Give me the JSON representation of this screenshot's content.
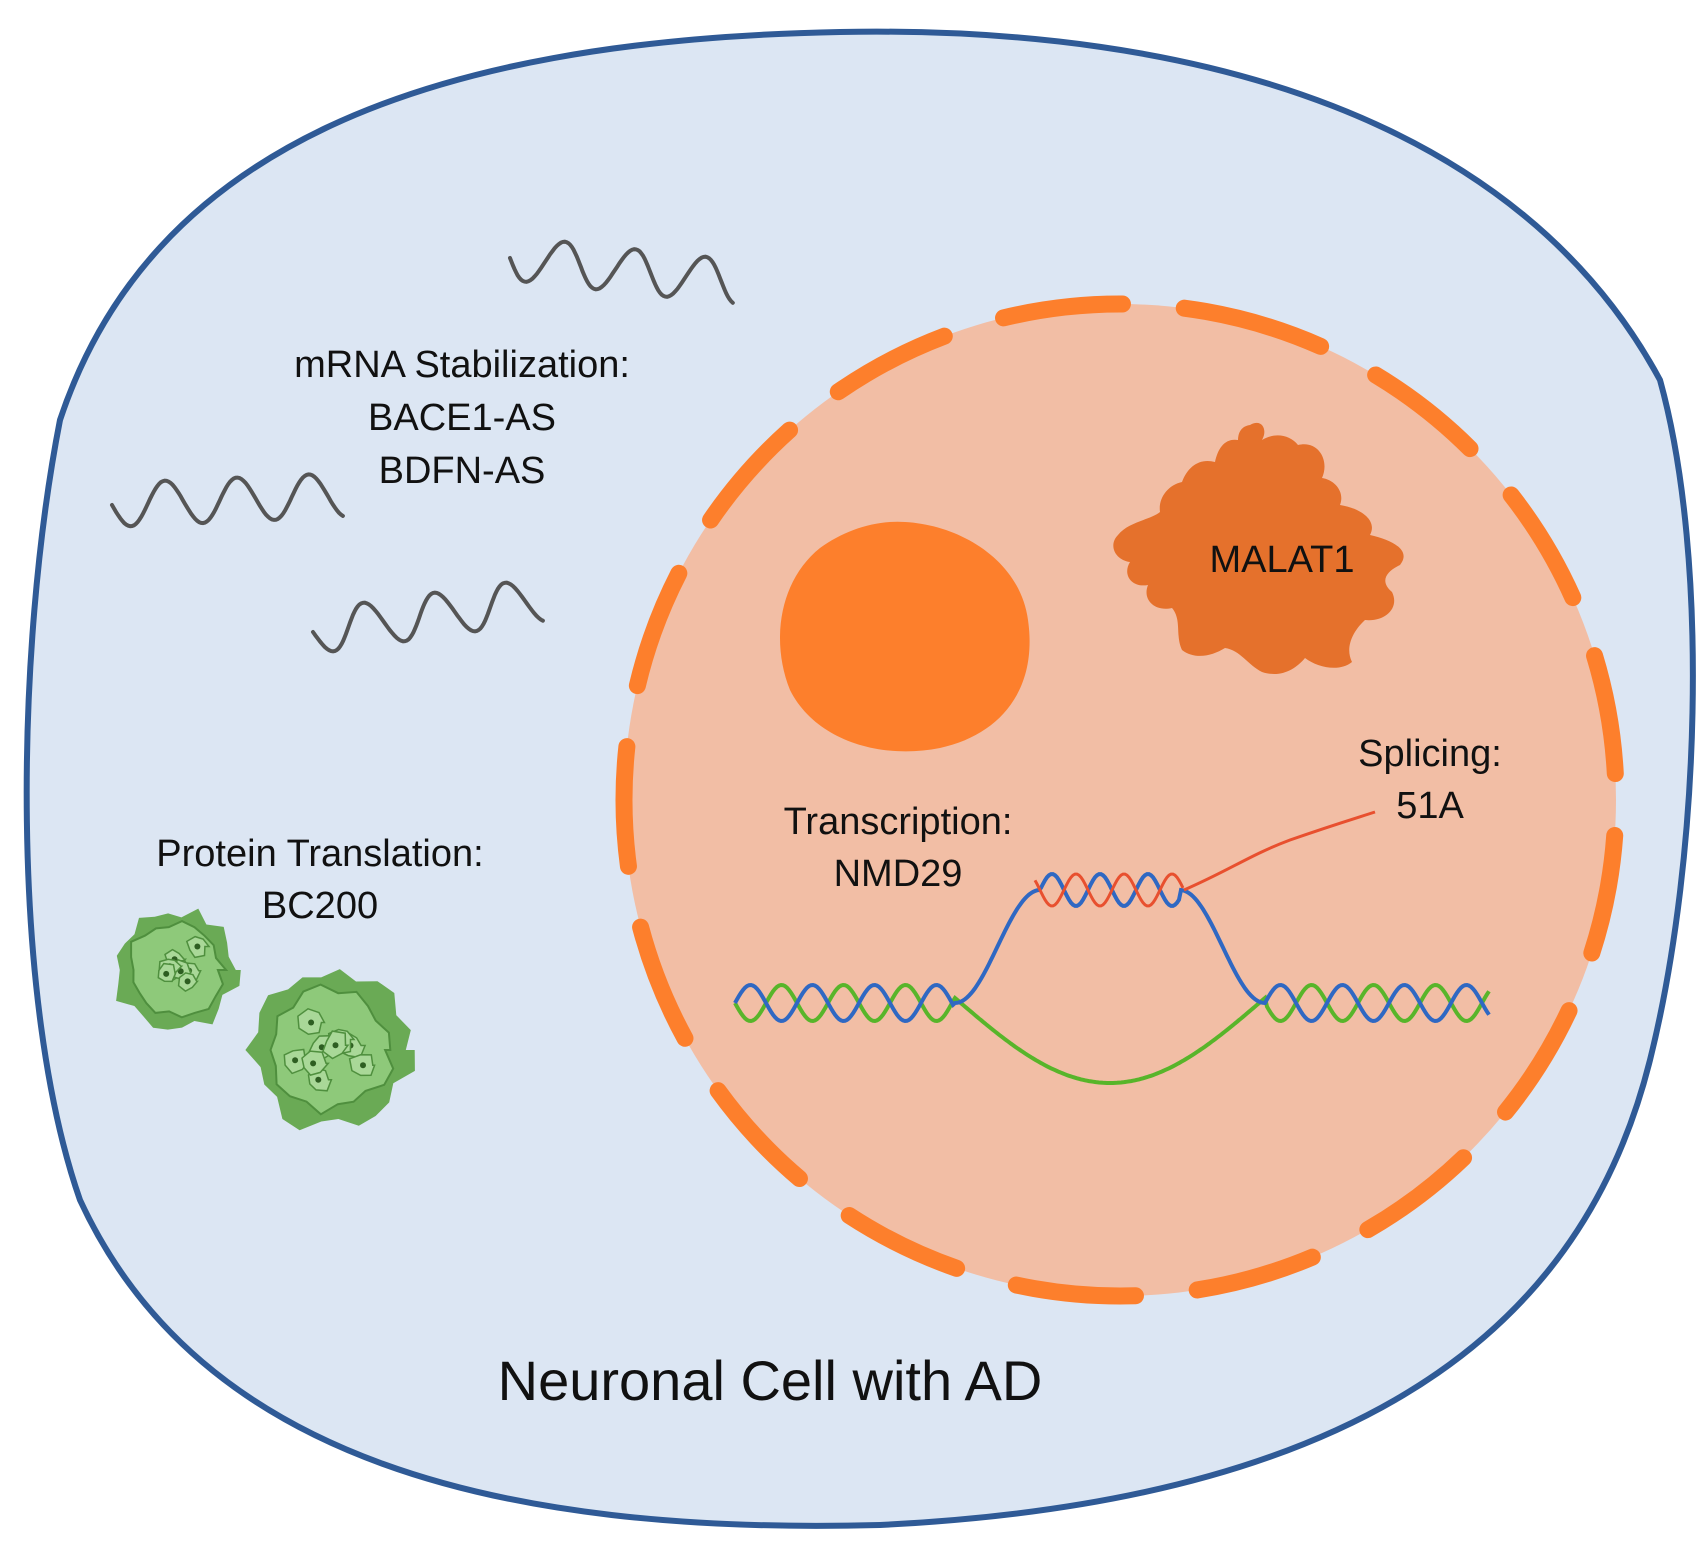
{
  "diagram": {
    "title": "Neuronal Cell with AD",
    "mrna_stabilization": {
      "heading": "mRNA Stabilization:",
      "items": [
        "BACE1-AS",
        "BDFN-AS"
      ]
    },
    "protein_translation": {
      "heading": "Protein Translation:",
      "items": [
        "BC200"
      ]
    },
    "nucleus": {
      "malat_label": "MALAT1",
      "transcription": {
        "heading": "Transcription:",
        "item": "NMD29"
      },
      "splicing": {
        "heading": "Splicing:",
        "item": "51A"
      }
    }
  },
  "colors": {
    "cell_fill": "#dce6f3",
    "cell_border": "#2f5a96",
    "nucleus_fill": "#f2bea5",
    "nucleus_border": "#fd7f2c",
    "nucleolus": "#fd7f2c",
    "malat_blob": "#e5712c",
    "mrna": "#555555",
    "dna_blue": "#2f68c3",
    "dna_green": "#58b52a",
    "rna_red": "#e8502f",
    "ribosome_outer": "#6aaa55",
    "ribosome_inner": "#8ec97a"
  }
}
